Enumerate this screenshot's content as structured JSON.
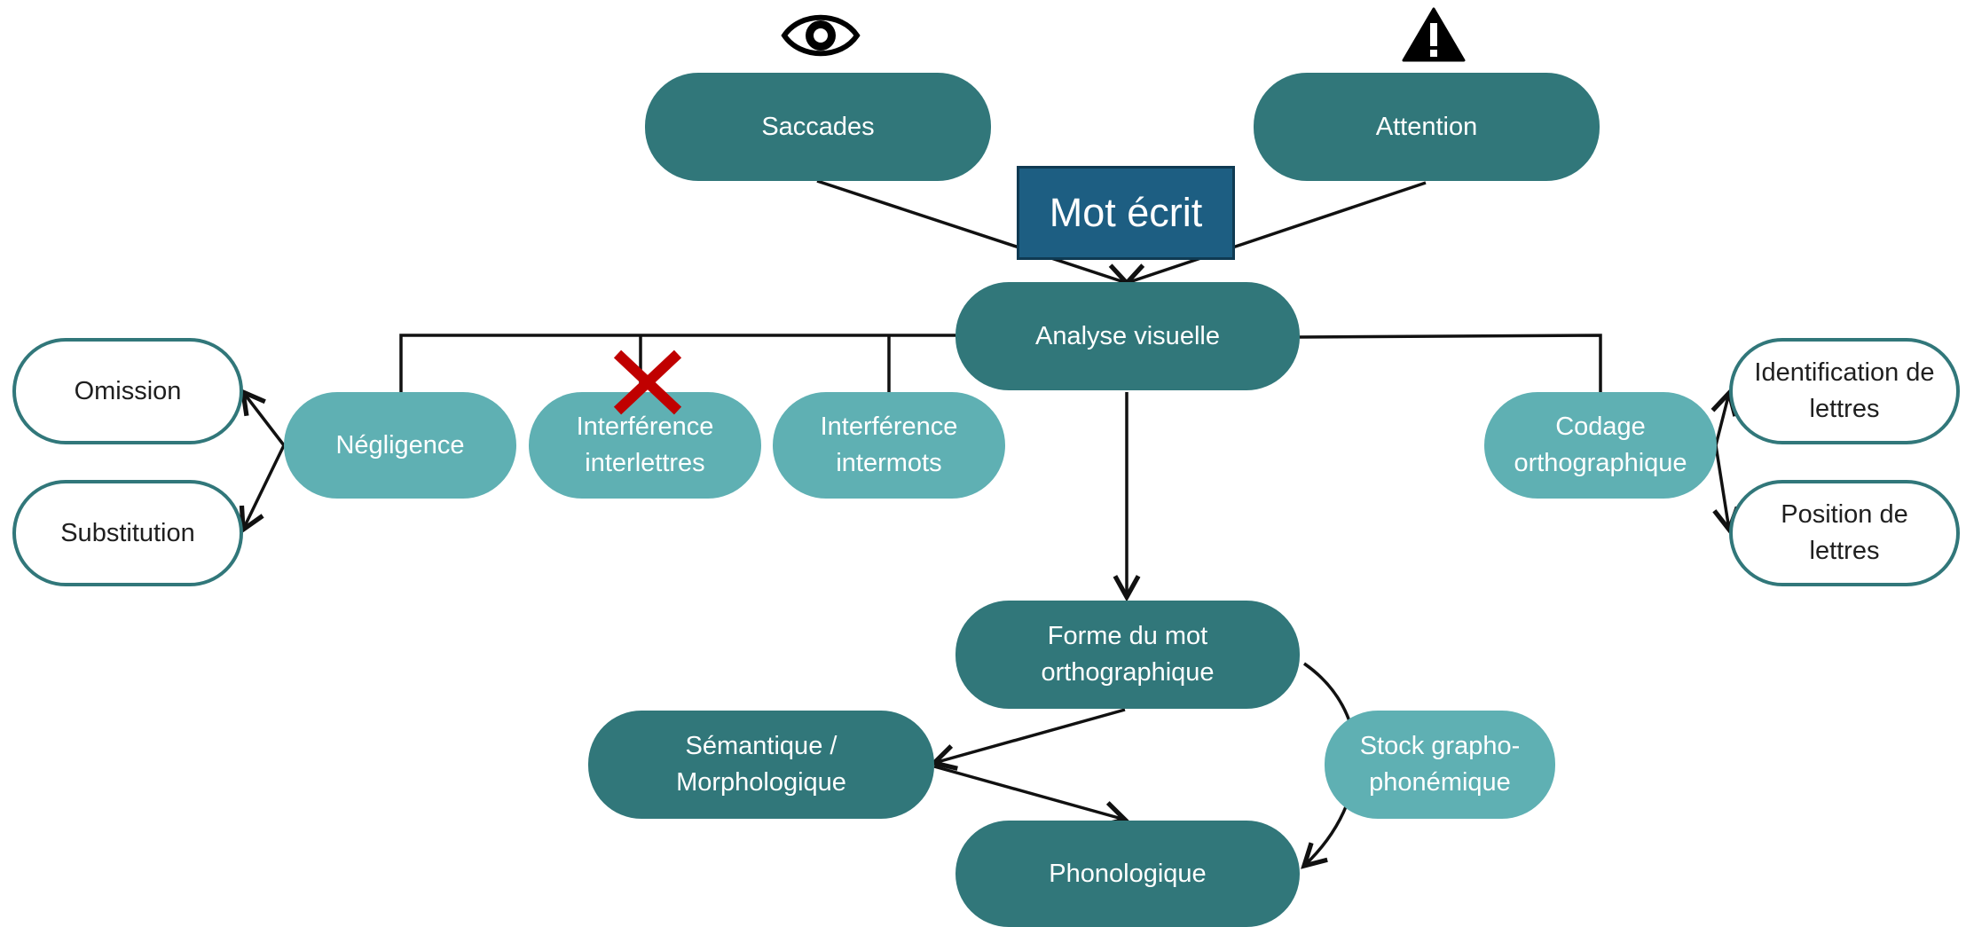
{
  "title": "Mot écrit",
  "icons": {
    "top_left": "eye-icon",
    "top_right": "warning-icon",
    "rejected": "cross-icon"
  },
  "colors": {
    "dark_node": "#31777a",
    "light_node": "#5fb0b3",
    "outline_node": "#31777a",
    "title_box": "#1d5e82",
    "cross": "#c00000"
  },
  "nodes": {
    "saccades": "Saccades",
    "attention": "Attention",
    "analyse_visuelle": "Analyse visuelle",
    "negligence": "Négligence",
    "interference_interlettres": "Interférence\ninterlettres",
    "interference_intermots": "Interférence\nintermots",
    "codage_orthographique": "Codage\northographique",
    "omission": "Omission",
    "substitution": "Substitution",
    "identification_lettres": "Identification de\nlettres",
    "position_lettres": "Position de\nlettres",
    "forme_mot": "Forme du mot\northographique",
    "semantique": "Sémantique /\nMorphologique",
    "stock": "Stock grapho-\nphonémique",
    "phonologique": "Phonologique"
  }
}
